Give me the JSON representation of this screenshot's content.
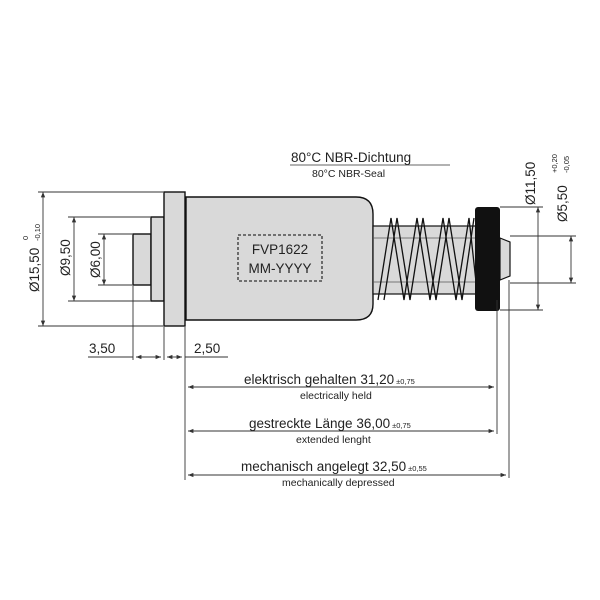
{
  "seal_label": {
    "de": "80°C NBR-Dichtung",
    "en": "80°C NBR-Seal"
  },
  "body_marking": {
    "line1": "FVP1622",
    "line2": "MM-YYYY"
  },
  "left_dims": {
    "d15": {
      "main": "Ø15,50",
      "tol_top": "0",
      "tol_bottom": "-0,10"
    },
    "d9": {
      "main": "Ø9,50"
    },
    "d6": {
      "main": "Ø6,00"
    }
  },
  "right_dims": {
    "d11": {
      "main": "Ø11,50"
    },
    "d5": {
      "main": "Ø5,50",
      "tol_top": "+0,20",
      "tol_bottom": "-0,05"
    }
  },
  "bottom_dims": {
    "a": "3,50",
    "b": "2,50"
  },
  "lengths": [
    {
      "de": "elektrisch gehalten 31,20",
      "tol": "±0,75",
      "en": "electrically held"
    },
    {
      "de": "gestreckte Länge 36,00",
      "tol": "±0,75",
      "en": "extended lenght"
    },
    {
      "de": "mechanisch angelegt 32,50",
      "tol": "±0,55",
      "en": "mechanically depressed"
    }
  ],
  "colors": {
    "body_fill": "#d9d9d9",
    "seal_fill": "#111111",
    "line": "#333333"
  }
}
